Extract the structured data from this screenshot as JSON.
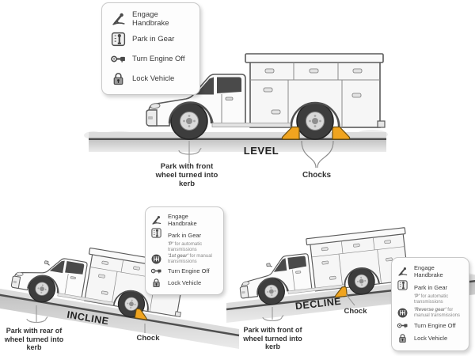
{
  "colors": {
    "chock_orange": "#F0A41F",
    "highlight_red": "#B5473C",
    "road_gray": "#C8C8C8",
    "outline_gray": "#5A5A5A"
  },
  "level_scene": {
    "label": "LEVEL",
    "wheel_note": "Park with front wheel turned into kerb",
    "chock_label": "Chocks",
    "checklist": {
      "handbrake": "Engage Handbrake",
      "gear": "Park in Gear",
      "engine": "Turn Engine Off",
      "lock": "Lock Vehicle"
    }
  },
  "incline_scene": {
    "label": "INCLINE",
    "wheel_note": "Park with rear of wheel turned into kerb",
    "chock_label": "Chock",
    "checklist": {
      "handbrake": "Engage Handbrake",
      "gear": "Park in Gear",
      "gear_auto_highlight": "'P'",
      "gear_auto_rest": " for automatic transmissions",
      "gear_manual_highlight": "'1st gear'",
      "gear_manual_rest": " for manual transmissions",
      "engine": "Turn Engine Off",
      "lock": "Lock Vehicle"
    }
  },
  "decline_scene": {
    "label": "DECLINE",
    "wheel_note": "Park with front of wheel turned into kerb",
    "chock_label": "Chock",
    "checklist": {
      "handbrake": "Engage Handbrake",
      "gear": "Park in Gear",
      "gear_auto_highlight": "'P'",
      "gear_auto_rest": " for automatic transmissions",
      "gear_manual_highlight": "'Reverse gear'",
      "gear_manual_rest": " for manual transmissions",
      "engine": "Turn Engine Off",
      "lock": "Lock Vehicle"
    }
  }
}
